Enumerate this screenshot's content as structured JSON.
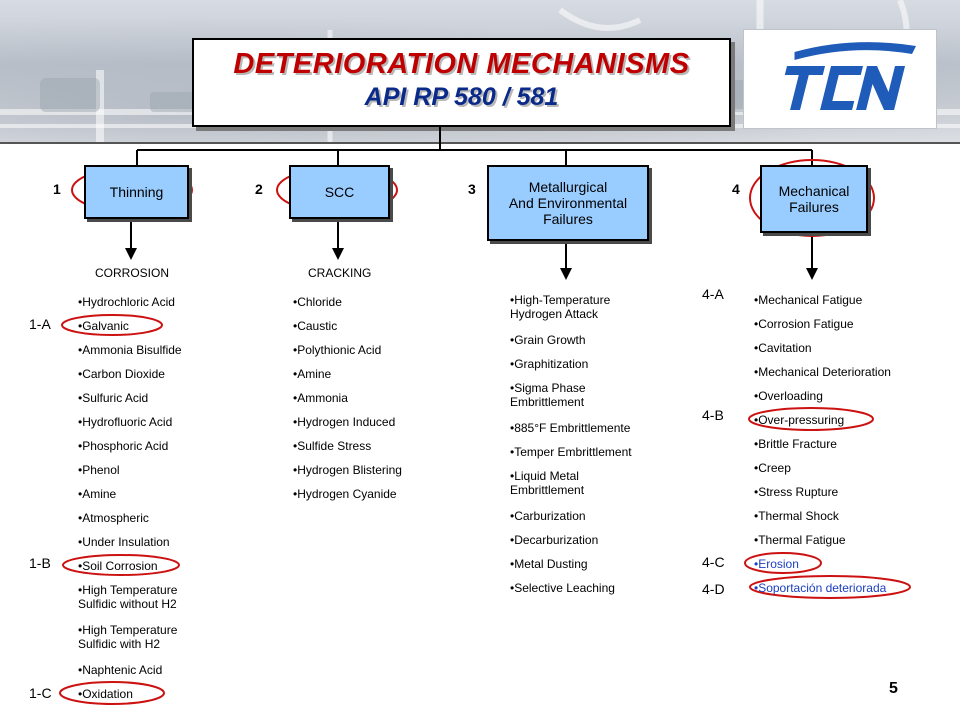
{
  "title": {
    "main": "DETERIORATION MECHANISMS",
    "sub": "API RP 580 / 581"
  },
  "logo": {
    "text": "TCN"
  },
  "categories": [
    {
      "number": "1",
      "label": "Thinning",
      "sublabel": "CORROSION"
    },
    {
      "number": "2",
      "label": "SCC",
      "sublabel": "CRACKING"
    },
    {
      "number": "3",
      "label": "Metallurgical And Environmental Failures"
    },
    {
      "number": "4",
      "label": "Mechanical Failures"
    }
  ],
  "category_lines": {
    "c3": [
      "Metallurgical",
      "And Environmental",
      "Failures"
    ],
    "c4": [
      "Mechanical",
      "Failures"
    ]
  },
  "thinning_items": [
    "•Hydrochloric Acid",
    "•Galvanic",
    "•Ammonia Bisulfide",
    "•Carbon Dioxide",
    "•Sulfuric Acid",
    "•Hydrofluoric Acid",
    "•Phosphoric Acid",
    "•Phenol",
    "•Amine",
    "•Atmospheric",
    "•Under Insulation",
    "•Soil Corrosion",
    "•High Temperature\nSulfidic without H2",
    "•High Temperature\nSulfidic with H2",
    "•Naphtenic Acid",
    "•Oxidation"
  ],
  "scc_items": [
    "•Chloride",
    "•Caustic",
    "•Polythionic Acid",
    "•Amine",
    "•Ammonia",
    "•Hydrogen Induced",
    "•Sulfide Stress",
    "•Hydrogen Blistering",
    "•Hydrogen Cyanide"
  ],
  "metallurgical_items": [
    "•High-Temperature\nHydrogen Attack",
    "•Grain Growth",
    "•Graphitization",
    "•Sigma Phase\nEmbrittlement",
    "•885°F Embrittlemente",
    "•Temper Embrittlement",
    "•Liquid Metal\nEmbrittlement",
    "•Carburization",
    "•Decarburization",
    "•Metal Dusting",
    "•Selective Leaching"
  ],
  "mechanical_items": [
    "•Mechanical Fatigue",
    "•Corrosion Fatigue",
    "•Cavitation",
    "•Mechanical Deterioration",
    "•Overloading",
    "•Over-pressuring",
    "•Brittle Fracture",
    "•Creep",
    "•Stress Rupture",
    "•Thermal Shock",
    "•Thermal Fatigue",
    "•Erosion",
    "•Soportación deteriorada"
  ],
  "tags": {
    "t1a": "1-A",
    "t1b": "1-B",
    "t1c": "1-C",
    "t4a": "4-A",
    "t4b": "4-B",
    "t4c": "4-C",
    "t4d": "4-D"
  },
  "page_number": "5",
  "colors": {
    "title_red": "#c00000",
    "title_blue": "#0a2a8a",
    "box_fill": "#99ccff",
    "highlight_circle": "#cc1111",
    "blue_text": "#1c3fbf"
  }
}
